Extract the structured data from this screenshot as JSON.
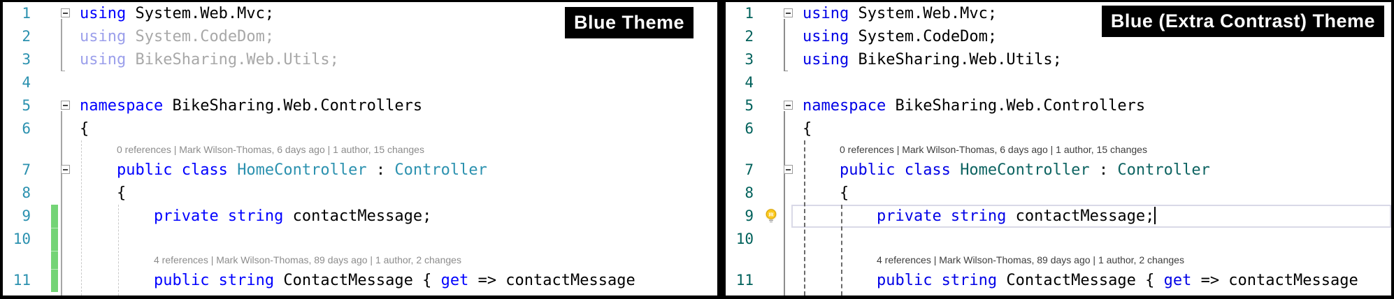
{
  "labels": {
    "left": "Blue Theme",
    "right": "Blue (Extra Contrast) Theme"
  },
  "code_lines": [
    {
      "kind": "code",
      "num": "1",
      "fold": true,
      "tokens": [
        {
          "t": "using",
          "c": "kw1"
        },
        {
          "t": " System.Web.Mvc;",
          "c": "txt1"
        }
      ]
    },
    {
      "kind": "code",
      "num": "2",
      "tokens": [
        {
          "t": "using",
          "c": "kw2"
        },
        {
          "t": " System.CodeDom;",
          "c": "txt2"
        }
      ]
    },
    {
      "kind": "code",
      "num": "3",
      "tokens": [
        {
          "t": "using",
          "c": "kw2"
        },
        {
          "t": " BikeSharing.Web.Utils;",
          "c": "txt2"
        }
      ]
    },
    {
      "kind": "code",
      "num": "4",
      "tokens": []
    },
    {
      "kind": "code",
      "num": "5",
      "fold": true,
      "tokens": [
        {
          "t": "namespace",
          "c": "kw"
        },
        {
          "t": " BikeSharing.Web.Controllers",
          "c": "txt"
        }
      ]
    },
    {
      "kind": "code",
      "num": "6",
      "tokens": [
        {
          "t": "{",
          "c": "txt"
        }
      ]
    },
    {
      "kind": "lens",
      "indent": 1,
      "text": "0 references | Mark Wilson-Thomas, 6 days ago | 1 author, 15 changes"
    },
    {
      "kind": "code",
      "num": "7",
      "fold": true,
      "tokens": [
        {
          "t": "    ",
          "c": "txt"
        },
        {
          "t": "public class",
          "c": "kw"
        },
        {
          "t": " ",
          "c": "txt"
        },
        {
          "t": "HomeController",
          "c": "type"
        },
        {
          "t": " : ",
          "c": "txt"
        },
        {
          "t": "Controller",
          "c": "type"
        }
      ]
    },
    {
      "kind": "code",
      "num": "8",
      "tokens": [
        {
          "t": "    {",
          "c": "txt"
        }
      ]
    },
    {
      "kind": "code",
      "num": "9",
      "tokens": [
        {
          "t": "        ",
          "c": "txt"
        },
        {
          "t": "private string",
          "c": "kw"
        },
        {
          "t": " contactMessage;",
          "c": "txt"
        }
      ]
    },
    {
      "kind": "code",
      "num": "10",
      "tokens": []
    },
    {
      "kind": "lens",
      "indent": 2,
      "text": "4 references | Mark Wilson-Thomas, 89 days ago | 1 author, 2 changes"
    },
    {
      "kind": "code",
      "num": "11",
      "tokens": [
        {
          "t": "        ",
          "c": "txt"
        },
        {
          "t": "public string",
          "c": "kw"
        },
        {
          "t": " ContactMessage { ",
          "c": "txt"
        },
        {
          "t": "get",
          "c": "kw"
        },
        {
          "t": " => contactMessage",
          "c": "txt"
        }
      ]
    }
  ],
  "panels": [
    {
      "name": "blue-theme",
      "colors": {
        "kw": "#0000FF",
        "txt": "#000000",
        "type": "#2B91AF",
        "kw1": "#0000FF",
        "txt1": "#000000",
        "kw2": "#9B9FEB",
        "txt2": "#A8A8A8",
        "line_numbers": "#2B91AF",
        "codelens": "#8C8C8C",
        "indent_guide": "#C9C9C9",
        "outline_line": "#A6A6A6",
        "change_bar": "#74D476"
      },
      "changed_rows": [
        9,
        10,
        11,
        12
      ],
      "guide_style": "1px dashed"
    },
    {
      "name": "blue-extra-contrast-theme",
      "colors": {
        "kw": "#0000E6",
        "txt": "#000000",
        "type": "#0D6361",
        "kw1": "#0000E6",
        "txt1": "#000000",
        "kw2": "#0000E6",
        "txt2": "#000000",
        "line_numbers": "#00615B",
        "codelens": "#3D3D3D",
        "indent_guide": "#696969",
        "outline_line": "#8C8C8C",
        "current_line_border": "#D9D9E7"
      },
      "bulb_row": 9,
      "current_row": 9,
      "caret_row": 9,
      "guide_style": "2px dashed"
    }
  ]
}
